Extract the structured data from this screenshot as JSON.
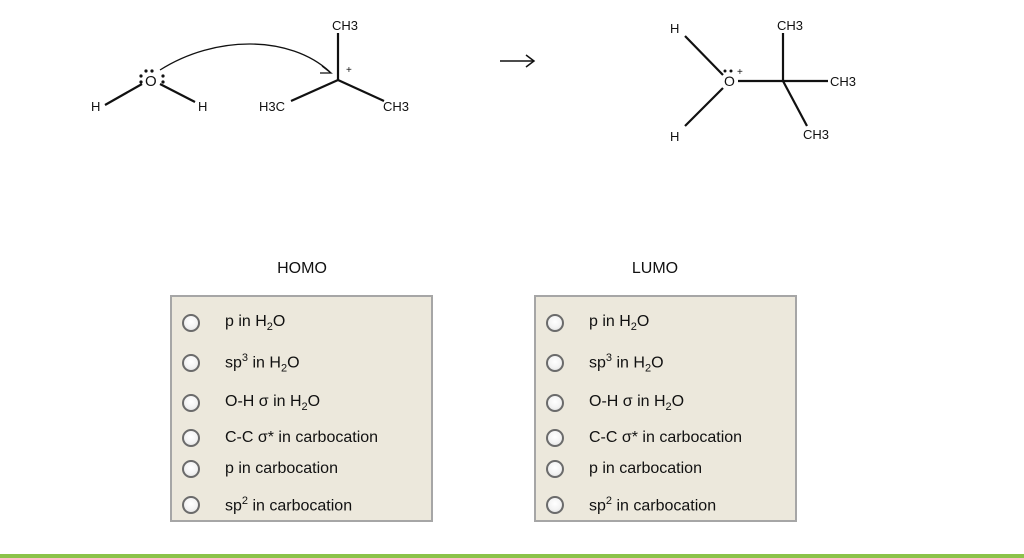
{
  "reaction": {
    "reactant_water": {
      "o": "O",
      "h_left": "H",
      "h_right": "H",
      "lone_pair": "··"
    },
    "reactant_cation": {
      "top": "CH3",
      "left": "H3C",
      "right": "CH3",
      "charge": "+"
    },
    "arrow": "→",
    "product": {
      "h_top": "H",
      "h_bottom": "H",
      "o": "O",
      "charge": "+",
      "top": "CH3",
      "right": "CH3",
      "bottom": "CH3"
    }
  },
  "homo": {
    "title": "HOMO",
    "options": [
      {
        "pre": "p in H",
        "sub": "2",
        "post": "O"
      },
      {
        "pre": "sp",
        "sup": "3",
        "mid": " in H",
        "sub": "2",
        "post": "O"
      },
      {
        "pre": "O-H σ in H",
        "sub": "2",
        "post": "O"
      },
      {
        "pre": "C-C σ* in carbocation"
      },
      {
        "pre": "p in carbocation"
      },
      {
        "pre": "sp",
        "sup": "2",
        "mid": " in carbocation"
      }
    ]
  },
  "lumo": {
    "title": "LUMO",
    "options": [
      {
        "pre": "p in H",
        "sub": "2",
        "post": "O"
      },
      {
        "pre": "sp",
        "sup": "3",
        "mid": " in H",
        "sub": "2",
        "post": "O"
      },
      {
        "pre": "O-H σ in H",
        "sub": "2",
        "post": "O"
      },
      {
        "pre": "C-C σ* in carbocation"
      },
      {
        "pre": "p in carbocation"
      },
      {
        "pre": "sp",
        "sup": "2",
        "mid": " in carbocation"
      }
    ]
  }
}
